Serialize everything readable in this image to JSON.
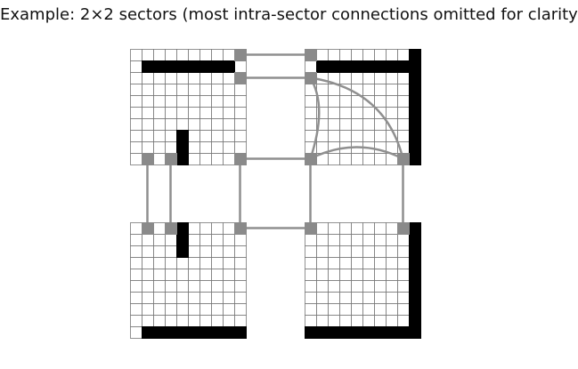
{
  "caption": "Example: 2×2 sectors (most intra-sector connections omitted for clarity)",
  "grid": {
    "sectors_across": 2,
    "sectors_down": 2,
    "cells_per_sector": 10
  },
  "colors": {
    "background": "#ffffff",
    "grid_line": "#777777",
    "wall": "#000000",
    "entrance_node": "#8a8a8a",
    "edge": "#8f8f8f"
  },
  "sectors": [
    {
      "name": "top-left",
      "row": 0,
      "col": 0
    },
    {
      "name": "top-right",
      "row": 0,
      "col": 1
    },
    {
      "name": "bottom-left",
      "row": 1,
      "col": 0
    },
    {
      "name": "bottom-right",
      "row": 1,
      "col": 1
    }
  ],
  "walls": [
    {
      "name": "top-left-top-wall",
      "cells": [
        [
          1,
          1
        ],
        [
          1,
          2
        ],
        [
          1,
          3
        ],
        [
          1,
          4
        ],
        [
          1,
          5
        ],
        [
          1,
          6
        ],
        [
          1,
          7
        ],
        [
          1,
          8
        ]
      ]
    },
    {
      "name": "top-left-inner-wall",
      "cells": [
        [
          7,
          4
        ],
        [
          8,
          4
        ],
        [
          9,
          4
        ]
      ]
    },
    {
      "name": "top-right-top-wall",
      "cells": [
        [
          1,
          11
        ],
        [
          1,
          12
        ],
        [
          1,
          13
        ],
        [
          1,
          14
        ],
        [
          1,
          15
        ],
        [
          1,
          16
        ],
        [
          1,
          17
        ],
        [
          1,
          18
        ],
        [
          1,
          19
        ]
      ]
    },
    {
      "name": "top-right-right-wall",
      "cells": [
        [
          0,
          19
        ],
        [
          2,
          19
        ],
        [
          3,
          19
        ],
        [
          4,
          19
        ],
        [
          5,
          19
        ],
        [
          6,
          19
        ],
        [
          7,
          19
        ],
        [
          8,
          19
        ],
        [
          9,
          19
        ]
      ]
    },
    {
      "name": "bottom-left-inner-wall",
      "cells": [
        [
          10,
          4
        ],
        [
          11,
          4
        ],
        [
          12,
          4
        ]
      ]
    },
    {
      "name": "bottom-left-bottom-wall",
      "cells": [
        [
          19,
          1
        ],
        [
          19,
          2
        ],
        [
          19,
          3
        ],
        [
          19,
          4
        ],
        [
          19,
          5
        ],
        [
          19,
          6
        ],
        [
          19,
          7
        ],
        [
          19,
          8
        ],
        [
          19,
          9
        ]
      ]
    },
    {
      "name": "bottom-right-bottom-wall",
      "cells": [
        [
          19,
          10
        ],
        [
          19,
          11
        ],
        [
          19,
          12
        ],
        [
          19,
          13
        ],
        [
          19,
          14
        ],
        [
          19,
          15
        ],
        [
          19,
          16
        ],
        [
          19,
          17
        ],
        [
          19,
          18
        ],
        [
          19,
          19
        ]
      ]
    },
    {
      "name": "bottom-right-right-wall",
      "cells": [
        [
          10,
          19
        ],
        [
          11,
          19
        ],
        [
          12,
          19
        ],
        [
          13,
          19
        ],
        [
          14,
          19
        ],
        [
          15,
          19
        ],
        [
          16,
          19
        ],
        [
          17,
          19
        ],
        [
          18,
          19
        ]
      ]
    }
  ],
  "entrances": [
    {
      "name": "entrance-node-1",
      "cell": [
        0,
        9
      ]
    },
    {
      "name": "entrance-node-2",
      "cell": [
        0,
        10
      ]
    },
    {
      "name": "entrance-node-3",
      "cell": [
        2,
        9
      ]
    },
    {
      "name": "entrance-node-4",
      "cell": [
        2,
        10
      ]
    },
    {
      "name": "entrance-node-5",
      "cell": [
        9,
        1
      ]
    },
    {
      "name": "entrance-node-6",
      "cell": [
        9,
        3
      ]
    },
    {
      "name": "entrance-node-7",
      "cell": [
        9,
        9
      ]
    },
    {
      "name": "entrance-node-8",
      "cell": [
        9,
        10
      ]
    },
    {
      "name": "entrance-node-9",
      "cell": [
        9,
        18
      ]
    },
    {
      "name": "entrance-node-10",
      "cell": [
        10,
        1
      ]
    },
    {
      "name": "entrance-node-11",
      "cell": [
        10,
        3
      ]
    },
    {
      "name": "entrance-node-12",
      "cell": [
        10,
        9
      ]
    },
    {
      "name": "entrance-node-13",
      "cell": [
        10,
        10
      ]
    },
    {
      "name": "entrance-node-14",
      "cell": [
        10,
        18
      ]
    }
  ],
  "inter_edges": [
    [
      0,
      9,
      0,
      10
    ],
    [
      2,
      9,
      2,
      10
    ],
    [
      9,
      9,
      9,
      10
    ],
    [
      10,
      9,
      10,
      10
    ],
    [
      9,
      1,
      10,
      1
    ],
    [
      9,
      3,
      10,
      3
    ],
    [
      9,
      9,
      10,
      9
    ],
    [
      9,
      10,
      10,
      10
    ],
    [
      9,
      18,
      10,
      18
    ]
  ],
  "intra_edges": [
    {
      "name": "intra-edge-1",
      "from": [
        2,
        10
      ],
      "to": [
        9,
        10
      ],
      "bend": [
        4.5,
        11.5
      ]
    },
    {
      "name": "intra-edge-2",
      "from": [
        2,
        10
      ],
      "to": [
        9,
        18
      ],
      "bend": [
        3,
        16.5
      ]
    },
    {
      "name": "intra-edge-3",
      "from": [
        9,
        10
      ],
      "to": [
        9,
        18
      ],
      "bend": [
        7,
        14
      ]
    }
  ]
}
